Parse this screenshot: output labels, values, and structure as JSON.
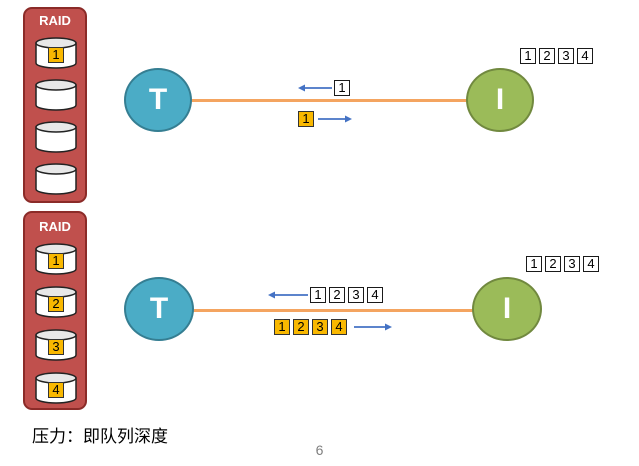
{
  "colors": {
    "raid_fill": "#c0504d",
    "target_fill": "#4bacc6",
    "initiator_fill": "#9bbb59",
    "link": "#f4a460",
    "arrow": "#4472c4",
    "block_filled": "#f9b800"
  },
  "panels": [
    {
      "raid": {
        "title": "RAID",
        "disks": [
          {
            "label": "1"
          },
          {
            "label": ""
          },
          {
            "label": ""
          },
          {
            "label": ""
          }
        ]
      },
      "target": {
        "label": "T"
      },
      "initiator": {
        "label": "I"
      },
      "initiator_queue": [
        "1",
        "2",
        "3",
        "4"
      ],
      "request_blocks": [
        "1"
      ],
      "response_blocks": [
        "1"
      ]
    },
    {
      "raid": {
        "title": "RAID",
        "disks": [
          {
            "label": "1"
          },
          {
            "label": "2"
          },
          {
            "label": "3"
          },
          {
            "label": "4"
          }
        ]
      },
      "target": {
        "label": "T"
      },
      "initiator": {
        "label": "I"
      },
      "initiator_queue": [
        "1",
        "2",
        "3",
        "4"
      ],
      "request_blocks": [
        "1",
        "2",
        "3",
        "4"
      ],
      "response_blocks": [
        "1",
        "2",
        "3",
        "4"
      ]
    }
  ],
  "caption": "压力：即队列深度",
  "page_number": "6"
}
